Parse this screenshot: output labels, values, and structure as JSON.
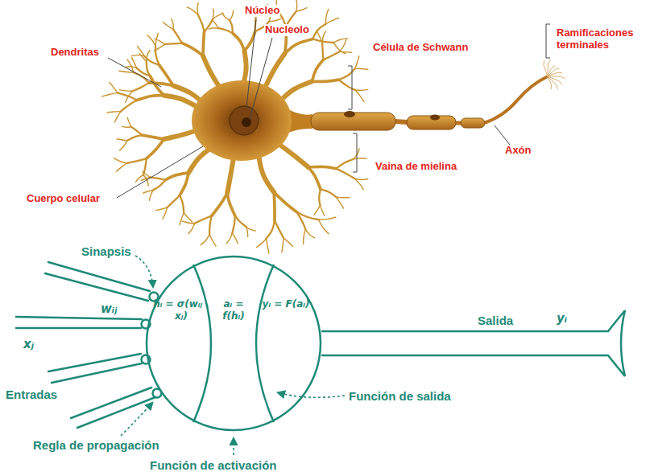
{
  "diagram": {
    "nodes": [
      {
        "text": [
          "hᵢ = σ(wᵢⱼ . xⱼ)",
          "aᵢ = f(hᵢ)",
          "yᵢ = F(aᵢ)"
        ]
      }
    ],
    "labels": [
      "Núcleo",
      "Nucleolo",
      "Dendritas",
      "Célula de Schwann",
      "Ramificaciones terminales",
      "Axón",
      "Vaina de mielina",
      "Cuerpo celular",
      "Sinapsis",
      "wᵢⱼ",
      "xⱼ",
      "Entradas",
      "Regla de propagación",
      "Función de activación",
      "Función de salida",
      "Salida",
      "yᵢ"
    ]
  }
}
